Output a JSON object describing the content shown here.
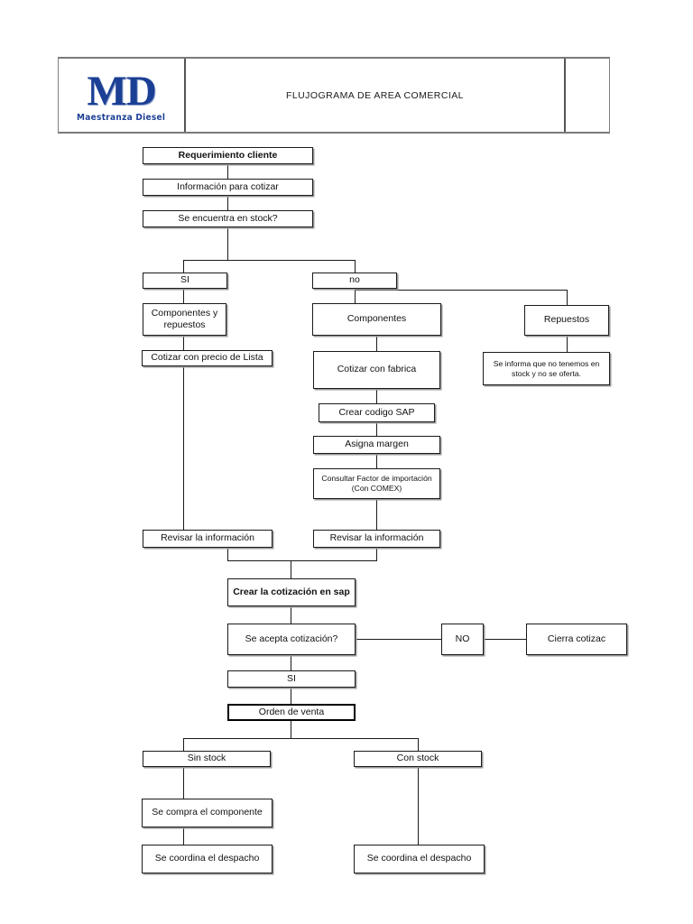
{
  "document": {
    "title": "FLUJOGRAMA DE AREA COMERCIAL"
  },
  "header": {
    "logo_mark": "MD",
    "logo_subtitle": "Maestranza Diesel",
    "logo_color": "#1b3f94",
    "title": "FLUJOGRAMA DE AREA COMERCIAL",
    "empty_cell": ""
  },
  "flowchart": {
    "nodes": {
      "requerimiento_cliente": "Requerimiento cliente",
      "informacion_para_cotizar": "Información para cotizar",
      "se_encuentra_en_stock": "Se encuentra en stock?",
      "branch_si": "SI",
      "branch_no": "no",
      "componentes_y_repuestos": "Componentes y repuestos",
      "cotizar_con_precio_de_lista": "Cotizar con precio de Lista",
      "componentes": "Componentes",
      "cotizar_con_fabrica": "Cotizar con fabrica",
      "crear_codigo_sap": "Crear codigo SAP",
      "asigna_margen": "Asigna  margen",
      "consultar_factor_importacion": "Consultar Factor de importación (Con COMEX)",
      "repuestos": "Repuestos",
      "se_informa_no_stock": "Se informa que no tenemos en stock y no se oferta.",
      "revisar_la_informacion_izq": "Revisar la información",
      "revisar_la_informacion_der": "Revisar la información",
      "crear_la_cotizacion_en_sap": "Crear la cotización en sap",
      "se_acepta_cotizacion": "Se acepta cotización?",
      "decision_no": "NO",
      "cierra_cotizacion": "Cierra cotizac",
      "decision_si": "SI",
      "orden_de_venta": "Orden de venta",
      "sin_stock": "Sin stock",
      "con_stock": "Con stock",
      "se_compra_el_componente": "Se  compra el componente",
      "se_coordina_el_despacho_izq": "Se coordina el despacho",
      "se_coordina_el_despacho_der": "Se coordina el despacho"
    }
  }
}
